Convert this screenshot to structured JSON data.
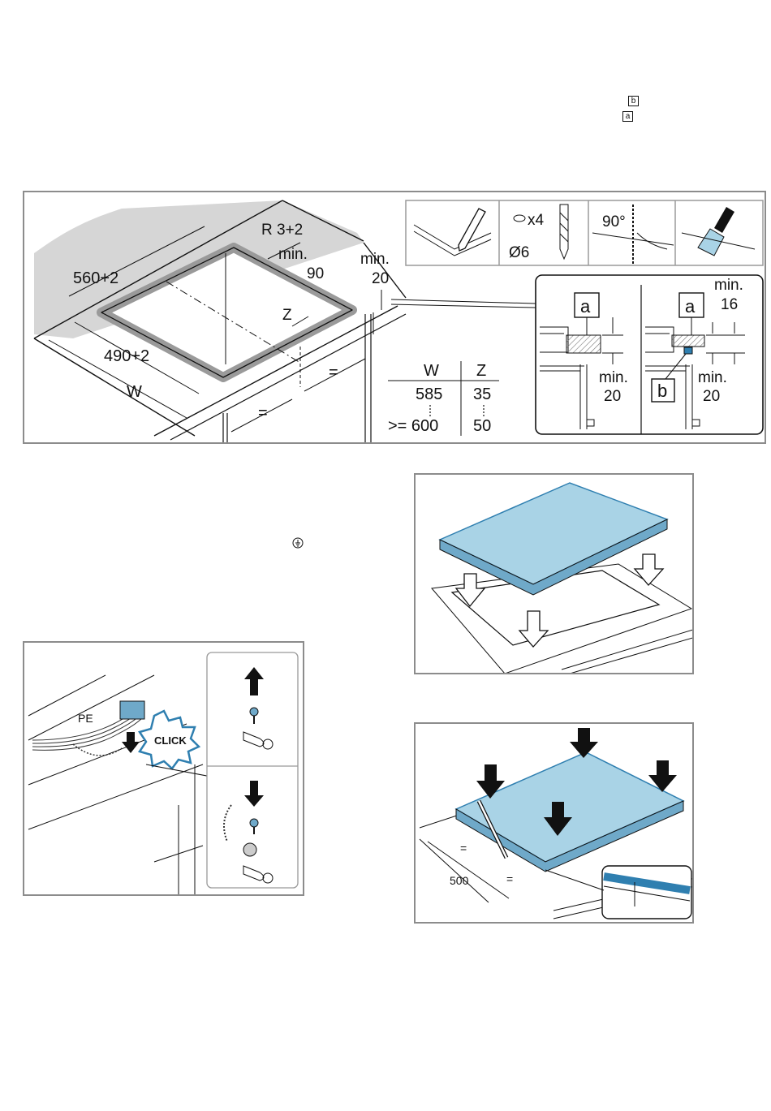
{
  "header_labels": {
    "b": "b",
    "a": "a"
  },
  "ground_symbol": "ground-symbol",
  "colors": {
    "frame": "#8c8c8c",
    "blue": "#a9d3e6",
    "blue_edge": "#2f7fb0",
    "grey": "#c9c9c9",
    "hatch": "#888888"
  },
  "cutout": {
    "depth_label": "560+2",
    "radius_label": "R 3+2",
    "min_front": {
      "line1": "min.",
      "line2": "90"
    },
    "min_side": {
      "line1": "min.",
      "line2": "20"
    },
    "width_label": "490+2",
    "w_label": "W",
    "z_label": "Z",
    "equal_sign": "=",
    "table": {
      "headers": [
        "W",
        "Z"
      ],
      "rows": [
        [
          "585",
          "35"
        ],
        [
          ">= 600",
          "50"
        ]
      ]
    },
    "tools": {
      "count": "x4",
      "drill": "Ø6",
      "angle": "90°"
    },
    "detail": {
      "left": {
        "label": "a",
        "min_line1": "min.",
        "min_line2": "20"
      },
      "right": {
        "label_a": "a",
        "label_b": "b",
        "top_min_line1": "min.",
        "top_min_line2": "16",
        "min_line1": "min.",
        "min_line2": "20"
      }
    }
  },
  "wiring": {
    "pe_label": "PE",
    "click_label": "CLICK"
  },
  "fixing": {
    "dimension": "500",
    "equal_sign": "="
  }
}
